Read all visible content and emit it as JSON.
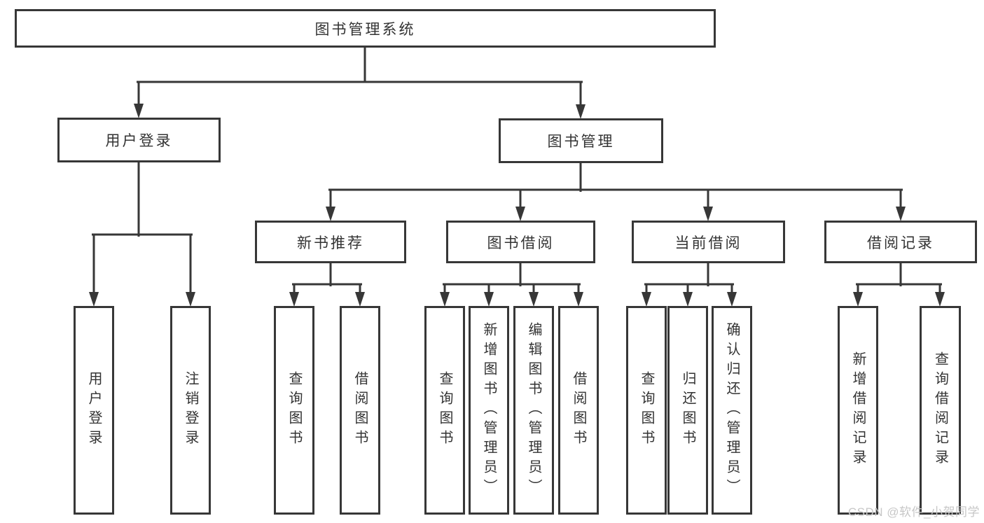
{
  "diagram": {
    "type": "tree",
    "title": "图书管理系统"
  },
  "tree": {
    "label": "图书管理系统",
    "children": [
      {
        "label": "用户登录",
        "children": [
          {
            "label": "用户登录"
          },
          {
            "label": "注销登录"
          }
        ]
      },
      {
        "label": "图书管理",
        "children": [
          {
            "label": "新书推荐",
            "children": [
              {
                "label": "查询图书"
              },
              {
                "label": "借阅图书"
              }
            ]
          },
          {
            "label": "图书借阅",
            "children": [
              {
                "label": "查询图书"
              },
              {
                "label": "新增图书（管理员）"
              },
              {
                "label": "编辑图书（管理员）"
              },
              {
                "label": "借阅图书"
              }
            ]
          },
          {
            "label": "当前借阅",
            "children": [
              {
                "label": "查询图书"
              },
              {
                "label": "归还图书"
              },
              {
                "label": "确认归还（管理员）"
              }
            ]
          },
          {
            "label": "借阅记录",
            "children": [
              {
                "label": "新增借阅记录"
              },
              {
                "label": "查询借阅记录"
              }
            ]
          }
        ]
      }
    ]
  },
  "watermark": {
    "text": "CSDN @软件_小贺同学"
  },
  "colors": {
    "line": "#373737",
    "text": "#333333",
    "background": "#ffffff",
    "watermark": "#c7c7c7"
  }
}
